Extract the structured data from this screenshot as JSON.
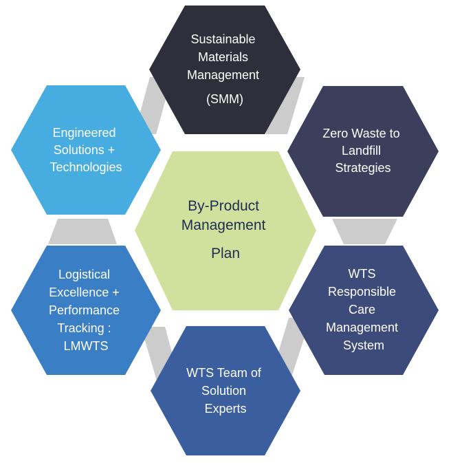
{
  "diagram": {
    "center": {
      "lines": [
        "By-Product",
        "Management",
        "Plan"
      ],
      "color": "#cfe19d",
      "text_color": "#1f2d55"
    },
    "nodes": [
      {
        "id": "smm",
        "lines": [
          "Sustainable",
          "Materials",
          "Management",
          "(SMM)"
        ],
        "color": "#2e2f3b"
      },
      {
        "id": "zero-waste",
        "lines": [
          "Zero Waste to",
          "Landfill",
          "Strategies"
        ],
        "color": "#3b3f5c"
      },
      {
        "id": "responsible-care",
        "lines": [
          "WTS",
          "Responsible",
          "Care",
          "Management",
          "System"
        ],
        "color": "#3c4b7a"
      },
      {
        "id": "team-experts",
        "lines": [
          "WTS Team of",
          "Solution",
          "Experts"
        ],
        "color": "#3b5f9e"
      },
      {
        "id": "logistical",
        "lines": [
          "Logistical",
          "Excellence +",
          "Performance",
          "Tracking :",
          "LMWTS"
        ],
        "color": "#3a7fc6"
      },
      {
        "id": "engineered",
        "lines": [
          "Engineered",
          "Solutions +",
          "Technologies"
        ],
        "color": "#47ade0"
      }
    ],
    "connector_color": "#cccccc"
  }
}
